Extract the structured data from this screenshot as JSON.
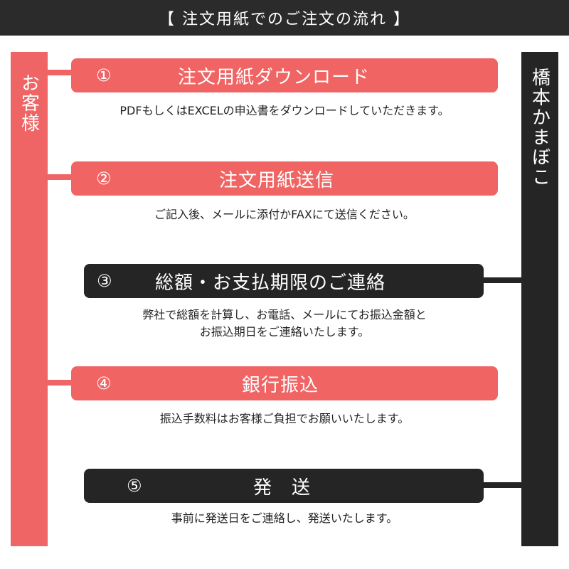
{
  "header": {
    "title": "【 注文用紙でのご注文の流れ 】"
  },
  "left_actor": {
    "label": "お客様"
  },
  "right_actor": {
    "label": "橋本かまぼこ"
  },
  "steps": [
    {
      "number": "①",
      "title": "注文用紙ダウンロード",
      "description_lines": [
        "PDFもしくはEXCELの申込書をダウンロードしていただきます。"
      ],
      "actor": "customer"
    },
    {
      "number": "②",
      "title": "注文用紙送信",
      "description_lines": [
        "ご記入後、メールに添付かFAXにて送信ください。"
      ],
      "actor": "customer"
    },
    {
      "number": "③",
      "title": "総額・お支払期限のご連絡",
      "description_lines": [
        "弊社で総額を計算し、お電話、メールにてお振込金額と",
        "お振込期日をご連絡いたします。"
      ],
      "actor": "company"
    },
    {
      "number": "④",
      "title": "銀行振込",
      "description_lines": [
        "振込手数料はお客様ご負担でお願いいたします。"
      ],
      "actor": "customer"
    },
    {
      "number": "⑤",
      "title": "発　送",
      "description_lines": [
        "事前に発送日をご連絡し、発送いたします。"
      ],
      "actor": "company"
    }
  ],
  "colors": {
    "customer": "#f06464",
    "company": "#252525",
    "header_bg": "#2b2b2b"
  }
}
